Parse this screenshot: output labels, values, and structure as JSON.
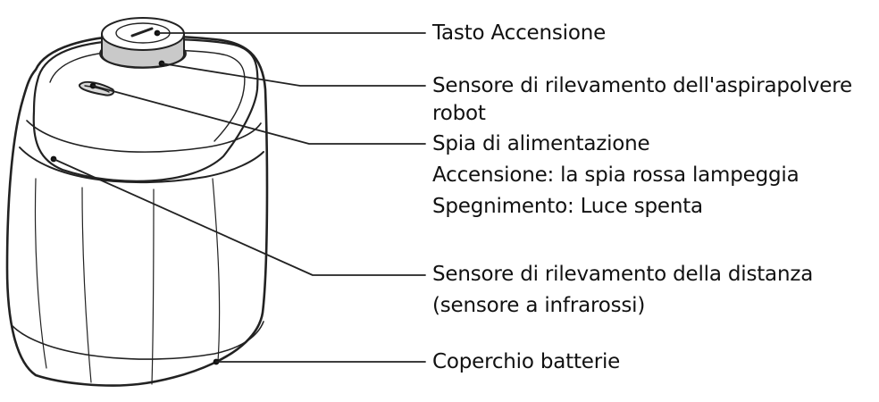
{
  "labels": {
    "power_button": "Tasto Accensione",
    "robot_sensor": {
      "line1": "Sensore di rilevamento dell'aspirapolvere",
      "line2": "robot"
    },
    "indicator": {
      "title": "Spia di alimentazione",
      "on": "Accensione: la spia rossa lampeggia",
      "off": "Spegnimento: Luce spenta"
    },
    "distance_sensor": {
      "line1": "Sensore di rilevamento della distanza",
      "line2": "(sensore a infrarossi)"
    },
    "battery_cover": "Coperchio batterie"
  }
}
